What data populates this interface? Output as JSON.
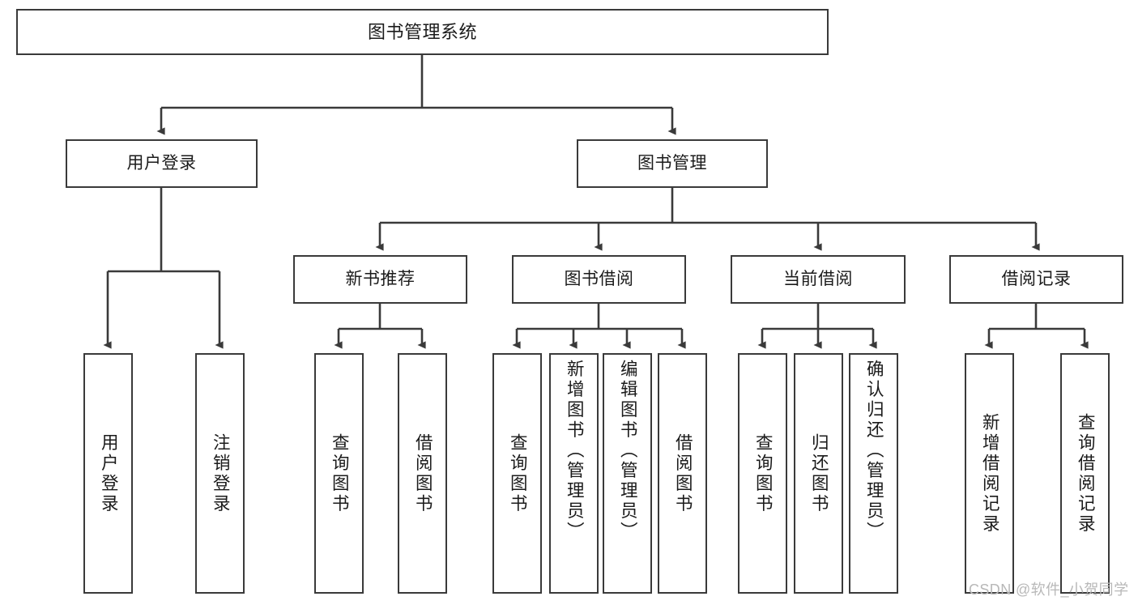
{
  "diagram": {
    "title": "图书管理系统",
    "type": "tree-hierarchy-diagram",
    "watermark": "CSDN @软件_小贺同学",
    "colors": {
      "stroke": "#3a3a3a",
      "box_fill": "#ffffff",
      "text": "#1b1b1b",
      "background": "#ffffff",
      "watermark": "#b8b8b8"
    },
    "root": {
      "label": "图书管理系统"
    },
    "level2": [
      {
        "label": "用户登录"
      },
      {
        "label": "图书管理"
      }
    ],
    "level3": [
      {
        "label": "新书推荐"
      },
      {
        "label": "图书借阅"
      },
      {
        "label": "当前借阅"
      },
      {
        "label": "借阅记录"
      }
    ],
    "leaves": {
      "user_login": [
        {
          "label": "用户登录"
        },
        {
          "label": "注销登录"
        }
      ],
      "new_book_recommend": [
        {
          "label": "查询图书"
        },
        {
          "label": "借阅图书"
        }
      ],
      "book_borrow": [
        {
          "label": "查询图书"
        },
        {
          "label": "新增图书（管理员）"
        },
        {
          "label": "编辑图书（管理员）"
        },
        {
          "label": "借阅图书"
        }
      ],
      "current_borrow": [
        {
          "label": "查询图书"
        },
        {
          "label": "归还图书"
        },
        {
          "label": "确认归还（管理员）"
        }
      ],
      "borrow_record": [
        {
          "label": "新增借阅记录"
        },
        {
          "label": "查询借阅记录"
        }
      ]
    }
  }
}
